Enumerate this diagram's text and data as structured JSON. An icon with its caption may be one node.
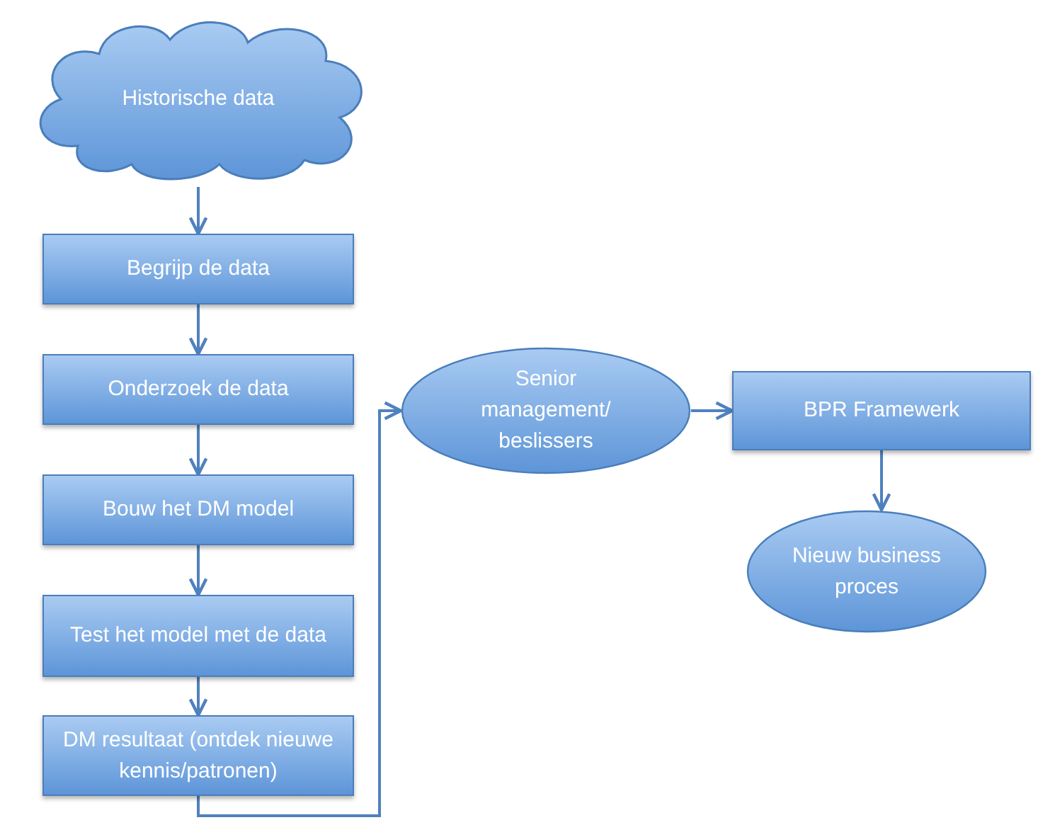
{
  "diagram": {
    "nodes": [
      {
        "text": [
          "Historische data"
        ]
      },
      {
        "text": [
          "Begrijp de data"
        ]
      },
      {
        "text": [
          "Onderzoek de data"
        ]
      },
      {
        "text": [
          "Bouw het DM model"
        ]
      },
      {
        "text": [
          "Test het model met de data"
        ]
      },
      {
        "text": [
          "DM resultaat (ontdek nieuwe kennis/patronen)"
        ]
      },
      {
        "text": [
          "Senior management/ beslissers"
        ]
      },
      {
        "text": [
          "BPR Framewerk"
        ]
      },
      {
        "text": [
          "Nieuw business proces"
        ]
      }
    ],
    "edges": [
      {
        "from": 0,
        "to": 1,
        "arrow": "to"
      },
      {
        "from": 1,
        "to": 2,
        "arrow": "to"
      },
      {
        "from": 2,
        "to": 3,
        "arrow": "to"
      },
      {
        "from": 3,
        "to": 4,
        "arrow": "to"
      },
      {
        "from": 4,
        "to": 5,
        "arrow": "to"
      },
      {
        "from": 5,
        "to": 6,
        "arrow": "to"
      },
      {
        "from": 6,
        "to": 7,
        "arrow": "to"
      },
      {
        "from": 7,
        "to": 8,
        "arrow": "to"
      }
    ]
  }
}
